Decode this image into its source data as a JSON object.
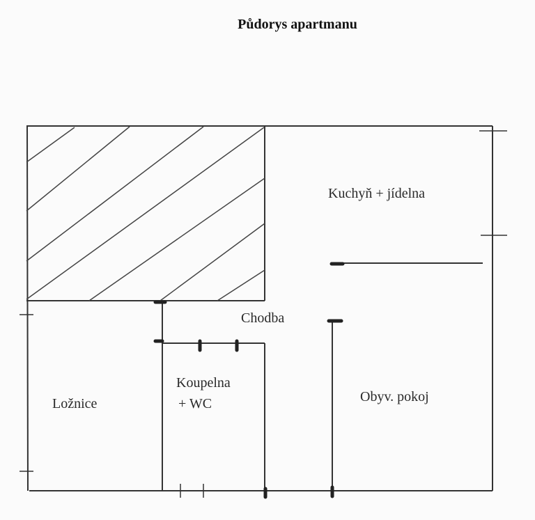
{
  "title": "Půdorys apartmanu",
  "rooms": {
    "kitchen": "Kuchyň + jídelna",
    "hallway": "Chodba",
    "bathroom_line1": "Koupelna",
    "bathroom_line2": "+ WC",
    "bedroom": "Ložnice",
    "living": "Obyv. pokoj"
  }
}
